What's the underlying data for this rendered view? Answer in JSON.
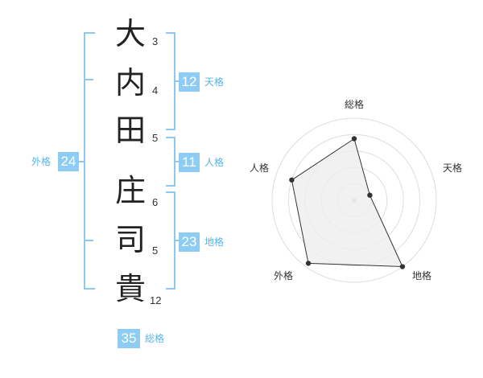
{
  "characters": [
    {
      "kanji": "大",
      "strokes": "3"
    },
    {
      "kanji": "内",
      "strokes": "4"
    },
    {
      "kanji": "田",
      "strokes": "5"
    },
    {
      "kanji": "庄",
      "strokes": "6"
    },
    {
      "kanji": "司",
      "strokes": "5"
    },
    {
      "kanji": "貴",
      "strokes": "12"
    }
  ],
  "kakusu": {
    "tenkaku": {
      "value": "12",
      "label": "天格"
    },
    "jinkaku": {
      "value": "11",
      "label": "人格"
    },
    "chikaku": {
      "value": "23",
      "label": "地格"
    },
    "gaikaku": {
      "value": "24",
      "label": "外格"
    },
    "soukaku": {
      "value": "35",
      "label": "総格"
    }
  },
  "radar": {
    "axes": [
      "総格",
      "天格",
      "地格",
      "外格",
      "人格"
    ],
    "values": [
      0.75,
      0.2,
      1.0,
      0.95,
      0.8
    ],
    "max": 1.0,
    "rings": 5,
    "fill_color": "#eeeeee",
    "line_color": "#333333",
    "ring_color": "#dddddd"
  },
  "colors": {
    "accent": "#8ecdf3",
    "bracket": "#8ec8f0",
    "label": "#59b3e6"
  }
}
